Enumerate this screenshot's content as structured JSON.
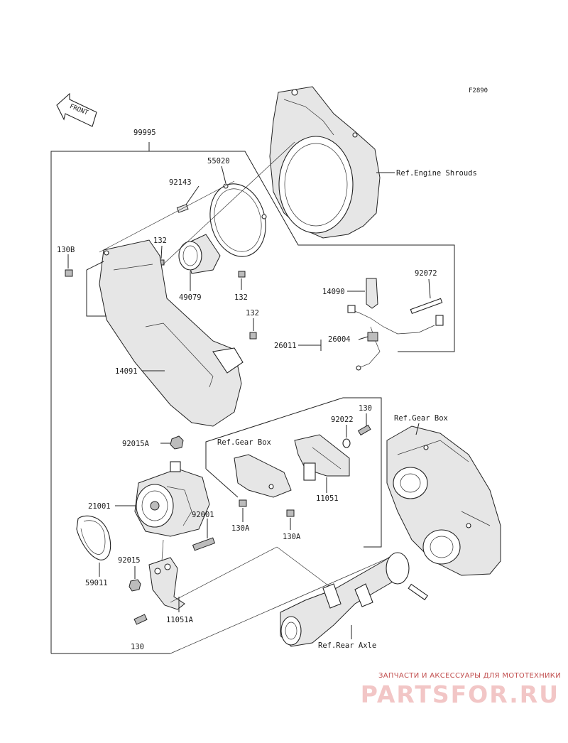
{
  "figure_code": "F2890",
  "front_label": "FRONT",
  "callouts": {
    "c99995": "99995",
    "c55020": "55020",
    "c92143": "92143",
    "c132a": "132",
    "c132b": "132",
    "c132c": "132",
    "c130b": "130B",
    "c49079": "49079",
    "c14091": "14091",
    "c14090": "14090",
    "c92072": "92072",
    "c26004": "26004",
    "c26011": "26011",
    "c130a_top": "130",
    "c92022": "92022",
    "c92015a": "92015A",
    "c21001": "21001",
    "c92001": "92001",
    "c92015": "92015",
    "c59011": "59011",
    "c11051a": "11051A",
    "c130_bottom": "130",
    "c130a_1": "130A",
    "c130a_2": "130A",
    "c11051": "11051"
  },
  "references": {
    "engine_shrouds": "Ref.Engine Shrouds",
    "gear_box_left": "Ref.Gear Box",
    "gear_box_right": "Ref.Gear Box",
    "rear_axle": "Ref.Rear Axle"
  },
  "watermark": {
    "tagline": "ЗАПЧАСТИ И АКСЕССУАРЫ ДЛЯ МОТОТЕХНИКИ",
    "logo": "PARTSFOR.RU"
  }
}
